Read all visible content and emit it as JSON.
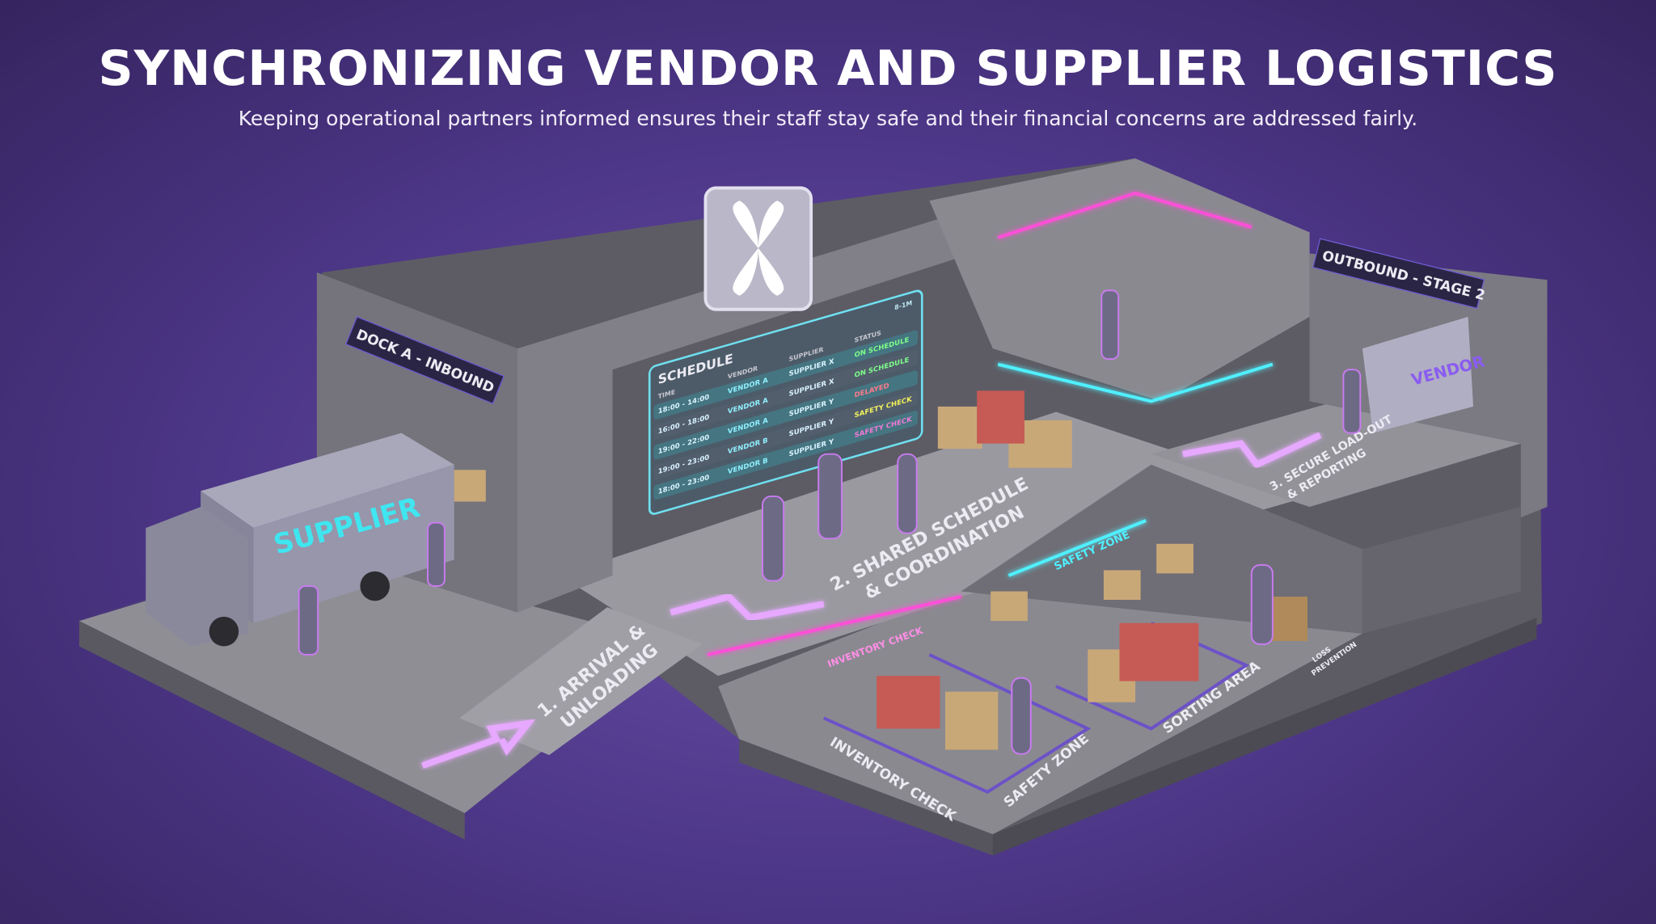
{
  "header": {
    "title": "SYNCHRONIZING VENDOR AND SUPPLIER LOGISTICS",
    "subtitle": "Keeping operational partners informed ensures their staff stay safe and their financial concerns are addressed fairly."
  },
  "signs": {
    "dock": "DOCK A - INBOUND",
    "outbound": "OUTBOUND - STAGE 2",
    "truck": "SUPPLIER",
    "van": "VENDOR"
  },
  "steps": {
    "step1_line1": "1. ARRIVAL &",
    "step1_line2": "UNLOADING",
    "step2_line1": "2. SHARED SCHEDULE",
    "step2_line2": "& COORDINATION",
    "step3_line1": "3. SECURE LOAD-OUT",
    "step3_line2": "& REPORTING"
  },
  "zones": {
    "safety_wall": "SAFETY ZONE",
    "inventory_wall": "INVENTORY CHECK",
    "inventory_floor": "INVENTORY CHECK",
    "safety_floor": "SAFETY ZONE",
    "sorting": "SORTING AREA",
    "loss_line1": "LOSS",
    "loss_line2": "PREVENTION"
  },
  "schedule": {
    "title": "SCHEDULE",
    "corner": "8-1M",
    "headers": [
      "TIME",
      "VENDOR",
      "SUPPLIER",
      "STATUS"
    ],
    "rows": [
      {
        "time": "18:00 - 14:00",
        "vendor": "VENDOR A",
        "supplier": "SUPPLIER X",
        "status": "ON SCHEDULE",
        "color": "#7dff8a"
      },
      {
        "time": "16:00 - 18:00",
        "vendor": "VENDOR A",
        "supplier": "SUPPLIER X",
        "status": "ON SCHEDULE",
        "color": "#7dff8a"
      },
      {
        "time": "19:00 - 22:00",
        "vendor": "VENDOR A",
        "supplier": "SUPPLIER Y",
        "status": "DELAYED",
        "color": "#ff7a8a"
      },
      {
        "time": "19:00 - 23:00",
        "vendor": "VENDOR B",
        "supplier": "SUPPLIER Y",
        "status": "SAFETY CHECK",
        "color": "#f2f25a"
      },
      {
        "time": "18:00 - 23:00",
        "vendor": "VENDOR B",
        "supplier": "SUPPLIER Y",
        "status": "SAFETY CHECK",
        "color": "#f07ad8"
      }
    ]
  },
  "colors": {
    "background": "#4b3585",
    "neon_pink": "#ff4fd8",
    "neon_cyan": "#4ff0ff",
    "floor": "#8d8c93",
    "wall": "#77767e"
  }
}
